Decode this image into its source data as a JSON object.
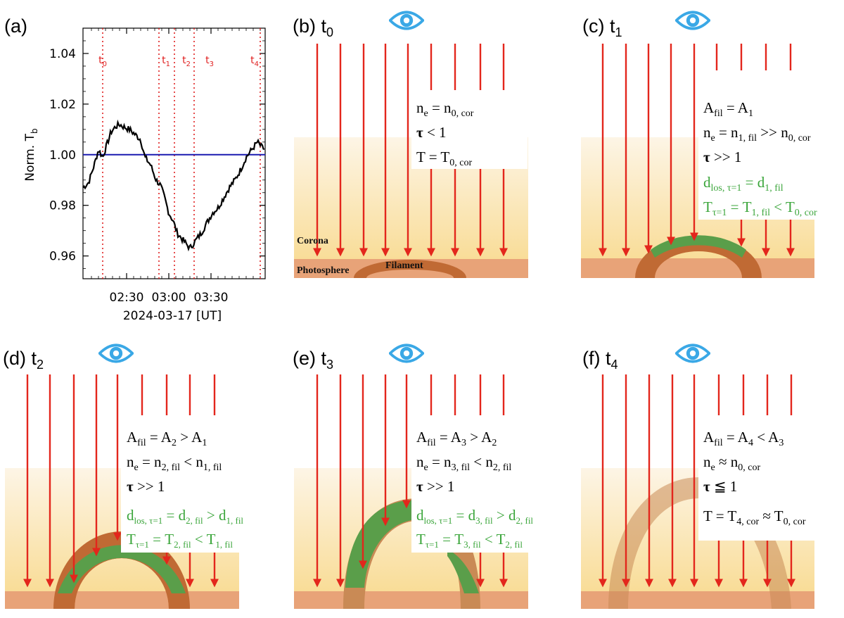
{
  "chart_data": {
    "type": "line",
    "panel_label": "(a)",
    "ylabel": "Norm. T",
    "ylabel_sub": "b",
    "xlabel": "2024-03-17 [UT]",
    "xticks": [
      "02:30",
      "03:00",
      "03:30"
    ],
    "yticks": [
      "0.96",
      "0.98",
      "1.00",
      "1.02",
      "1.04"
    ],
    "ylim": [
      0.951,
      1.05
    ],
    "reference_line": 1.0,
    "time_markers": [
      {
        "label": "t",
        "sub": "0"
      },
      {
        "label": "t",
        "sub": "1"
      },
      {
        "label": "t",
        "sub": "2"
      },
      {
        "label": "t",
        "sub": "3"
      },
      {
        "label": "t",
        "sub": "4"
      }
    ],
    "colors": {
      "curve": "#000000",
      "reference": "#1a1ab0",
      "markers": "#e02020"
    }
  },
  "panels": {
    "b": {
      "label": "(b) t",
      "sub": "0",
      "equations": [
        {
          "text": "n",
          "sub": "e",
          "rest": " = n",
          "sub2": "0, cor"
        },
        {
          "text": "τ",
          "rest": " < 1"
        },
        {
          "text": "T = T",
          "sub": "0, cor"
        }
      ],
      "scene_labels": {
        "corona": "Corona",
        "photosphere": "Photosphere",
        "filament": "Filament"
      }
    },
    "c": {
      "label": "(c) t",
      "sub": "1",
      "eq1": "A",
      "eq1_sub": "fil",
      "eq1_rest": " = A",
      "eq1_sub2": "1",
      "eq2": "n",
      "eq2_sub": "e",
      "eq2_rest": " = n",
      "eq2_sub2": "1, fil",
      "eq2_rest2": " >> n",
      "eq2_sub3": "0, cor",
      "eq3": "τ",
      "eq3_rest": " >> 1",
      "eq4": "d",
      "eq4_sub": "los, τ=1",
      "eq4_rest": " = d",
      "eq4_sub2": "1, fil",
      "eq5": "T",
      "eq5_sub": "τ=1",
      "eq5_rest": " = T",
      "eq5_sub2": "1, fil",
      "eq5_rest2": " < T",
      "eq5_sub3": "0, cor"
    },
    "d": {
      "label": "(d) t",
      "sub": "2",
      "eq1": "A",
      "eq1_sub": "fil",
      "eq1_rest": " = A",
      "eq1_sub2": "2",
      "eq1_rest2": " > A",
      "eq1_sub3": "1",
      "eq2": "n",
      "eq2_sub": "e",
      "eq2_rest": " = n",
      "eq2_sub2": "2, fil",
      "eq2_rest2": " < n",
      "eq2_sub3": "1, fil",
      "eq3": "τ",
      "eq3_rest": " >> 1",
      "eq4": "d",
      "eq4_sub": "los, τ=1",
      "eq4_rest": " = d",
      "eq4_sub2": "2, fil",
      "eq4_rest2": " > d",
      "eq4_sub3": "1, fil",
      "eq5": "T",
      "eq5_sub": "τ=1",
      "eq5_rest": " = T",
      "eq5_sub2": "2, fil",
      "eq5_rest2": " < T",
      "eq5_sub3": "1, fil"
    },
    "e": {
      "label": "(e) t",
      "sub": "3",
      "eq1": "A",
      "eq1_sub": "fil",
      "eq1_rest": " = A",
      "eq1_sub2": "3",
      "eq1_rest2": " > A",
      "eq1_sub3": "2",
      "eq2": "n",
      "eq2_sub": "e",
      "eq2_rest": " = n",
      "eq2_sub2": "3, fil",
      "eq2_rest2": " < n",
      "eq2_sub3": "2, fil",
      "eq3": "τ",
      "eq3_rest": " >> 1",
      "eq4": "d",
      "eq4_sub": "los, τ=1",
      "eq4_rest": " = d",
      "eq4_sub2": "3, fil",
      "eq4_rest2": " > d",
      "eq4_sub3": "2, fil",
      "eq5": "T",
      "eq5_sub": "τ=1",
      "eq5_rest": " = T",
      "eq5_sub2": "3, fil",
      "eq5_rest2": " < T",
      "eq5_sub3": "2, fil"
    },
    "f": {
      "label": "(f) t",
      "sub": "4",
      "eq1": "A",
      "eq1_sub": "fil",
      "eq1_rest": " = A",
      "eq1_sub2": "4",
      "eq1_rest2": " < A",
      "eq1_sub3": "3",
      "eq2": "n",
      "eq2_sub": "e",
      "eq2_rest": " ≈ n",
      "eq2_sub2": "0, cor",
      "eq3": "τ",
      "eq3_rest": " ≦ 1",
      "eq4": "T = T",
      "eq4_sub": "4, cor",
      "eq4_rest": " ≈ T",
      "eq4_sub2": "0, cor"
    }
  },
  "colors": {
    "arrow": "#e3261c",
    "eye": "#3aa8e6",
    "corona_top": "#fdf3e0",
    "corona_bottom": "#f8d98c",
    "photosphere": "#e8a378",
    "filament": "#c06a34",
    "green_layer": "#5a9e4a",
    "green_text": "#3aa53a"
  }
}
